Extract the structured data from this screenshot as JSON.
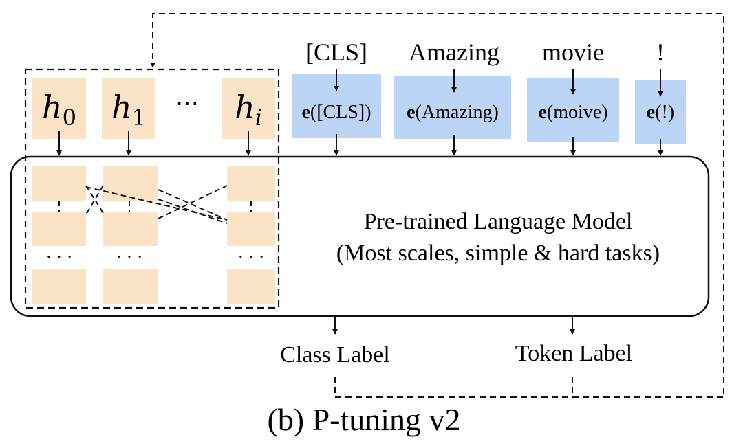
{
  "caption": "(b) P-tuning v2",
  "colors": {
    "prompt_block": "#fae3c6",
    "embedding_block": "#bcd4f6",
    "line": "#111111",
    "background": "#ffffff"
  },
  "prompt_tokens": [
    {
      "base": "h",
      "sub": "0"
    },
    {
      "base": "h",
      "sub": "1"
    },
    {
      "ellipsis": "⋯"
    },
    {
      "base": "h",
      "sub": "i"
    }
  ],
  "input_tokens": [
    {
      "word": "[CLS]",
      "emb_bold": "e",
      "emb_rest": "([CLS])"
    },
    {
      "word": "Amazing",
      "emb_bold": "e",
      "emb_rest": "(Amazing)"
    },
    {
      "word": "movie",
      "emb_bold": "e",
      "emb_rest": "(moive)"
    },
    {
      "word": "!",
      "emb_bold": "e",
      "emb_rest": "(!)"
    }
  ],
  "model": {
    "line1": "Pre-trained Language Model",
    "line2": "(Most scales, simple & hard tasks)"
  },
  "layer_ellipsis": "· · ·",
  "outputs": [
    "Class Label",
    "Token Label"
  ]
}
